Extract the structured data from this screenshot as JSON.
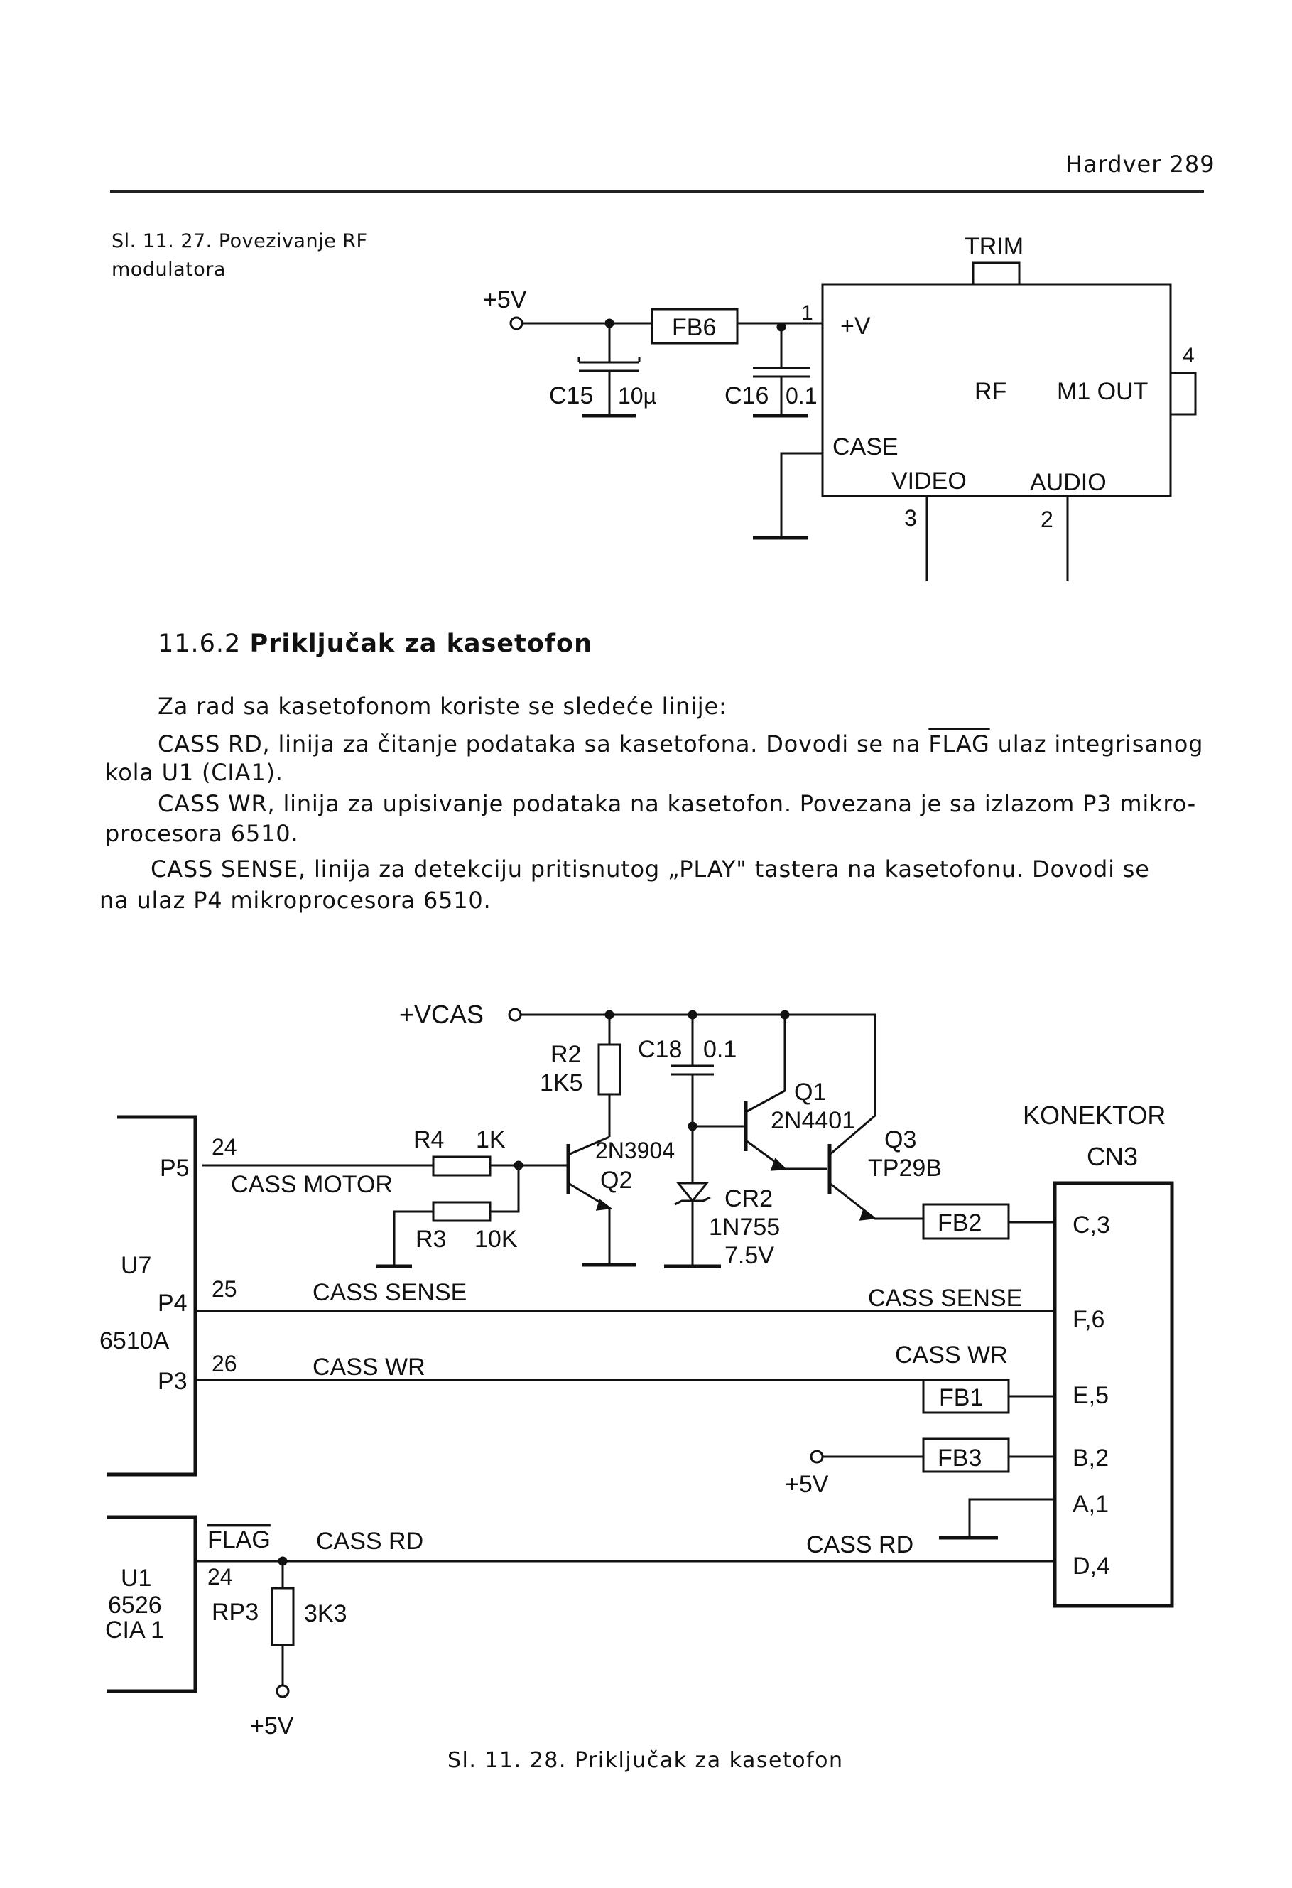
{
  "header": {
    "title": "Hardver 289"
  },
  "figure1": {
    "caption": "Sl. 11. 27. Povezivanje RF modulatora",
    "labels": {
      "supply": "+5V",
      "fb6": "FB6",
      "pin1": "1",
      "plus_v": "+V",
      "trim": "TRIM",
      "pin4": "4",
      "rf": "RF",
      "m1out": "M1 OUT",
      "case": "CASE",
      "video": "VIDEO",
      "audio": "AUDIO",
      "pin3": "3",
      "pin2": "2",
      "c15": "C15",
      "c15_val": "10µ",
      "c16": "C16",
      "c16_val": "0.1"
    }
  },
  "section": {
    "number": "11.6.2",
    "title": "Priključak za kasetofon",
    "intro": "Za rad sa kasetofonom koriste se sledeće linije:",
    "p1_a": "CASS RD, linija za čitanje podataka sa kasetofona. Dovodi se na ",
    "p1_flag": "FLAG",
    "p1_b": " ulaz integrisanog",
    "p1_c": "kola U1 (CIA1).",
    "p2_a": "CASS WR, linija za upisivanje podataka na kasetofon. Povezana je sa izlazom P3 mikro-",
    "p2_b": "procesora 6510.",
    "p3_a": "CASS SENSE, linija za detekciju pritisnutog „PLAY\" tastera na kasetofonu. Dovodi se",
    "p3_b": "na ulaz P4 mikroprocesora 6510."
  },
  "figure2": {
    "caption": "Sl. 11. 28. Priključak za kasetofon",
    "labels": {
      "vcas": "+VCAS",
      "r2": "R2",
      "r2_val": "1K5",
      "c18": "C18",
      "c18_val": "0.1",
      "q1": "Q1",
      "q1_type": "2N4401",
      "konektor": "KONEKTOR",
      "cn3": "CN3",
      "q3": "Q3",
      "q3_type": "TP29B",
      "r4": "R4",
      "r4_val": "1K",
      "q2_type": "2N3904",
      "q2": "Q2",
      "cr2": "CR2",
      "cr2_type": "1N755",
      "cr2_val": "7.5V",
      "r3": "R3",
      "r3_val": "10K",
      "p5": "P5",
      "pin24": "24",
      "cass_motor": "CASS MOTOR",
      "fb2": "FB2",
      "c3": "C,3",
      "u7": "U7",
      "p4": "P4",
      "pin25": "25",
      "cass_sense_left": "CASS SENSE",
      "cass_sense_right": "CASS SENSE",
      "f6": "F,6",
      "u7_type": "6510A",
      "p3": "P3",
      "pin26": "26",
      "cass_wr_left": "CASS WR",
      "cass_wr_right": "CASS WR",
      "fb1": "FB1",
      "e5": "E,5",
      "fb3": "FB3",
      "b2": "B,2",
      "plus5v_mid": "+5V",
      "a1": "A,1",
      "flag": "FLAG",
      "cass_rd_left": "CASS RD",
      "cass_rd_right": "CASS RD",
      "d4": "D,4",
      "u1": "U1",
      "u1_type": "6526",
      "u1_name": "CIA 1",
      "pin24b": "24",
      "rp3": "RP3",
      "rp3_val": "3K3",
      "plus5v_bottom": "+5V"
    }
  }
}
